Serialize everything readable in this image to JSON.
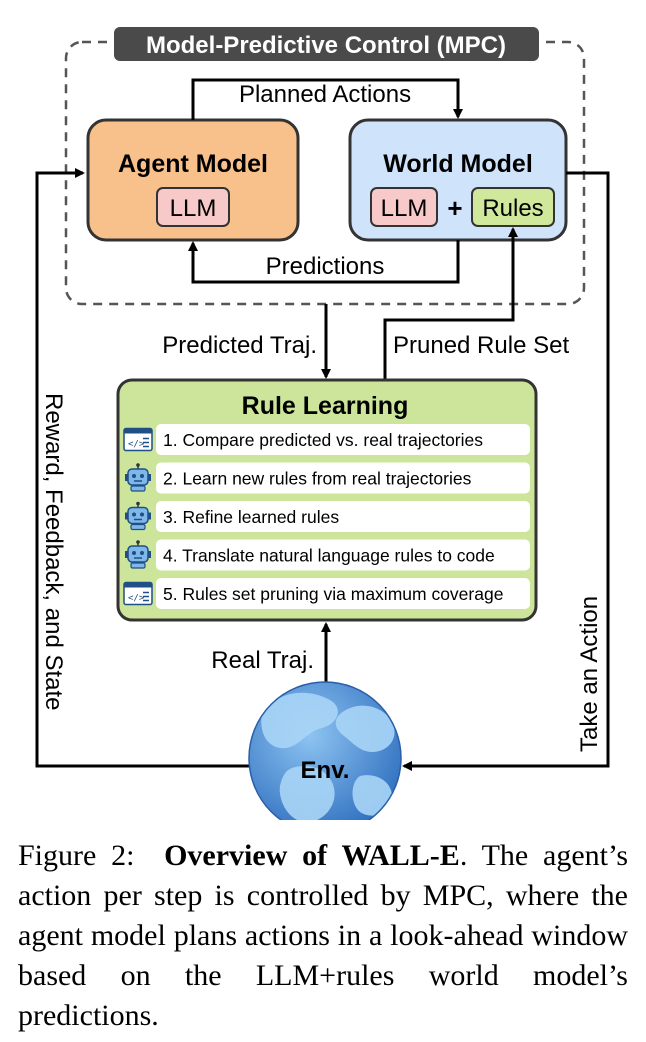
{
  "mpc": {
    "title": "Model-Predictive Control (MPC)"
  },
  "agent_model": {
    "title": "Agent Model",
    "llm": "LLM"
  },
  "world_model": {
    "title": "World Model",
    "llm": "LLM",
    "plus": "+",
    "rules": "Rules"
  },
  "arrows": {
    "planned_actions": "Planned Actions",
    "predictions": "Predictions",
    "predicted_traj": "Predicted Traj.",
    "pruned_rule_set": "Pruned Rule Set",
    "real_traj": "Real Traj.",
    "reward_feedback_state": "Reward, Feedback, and State",
    "take_an_action": "Take an Action"
  },
  "rule_learning": {
    "title": "Rule Learning",
    "steps": [
      {
        "text": "1. Compare predicted vs. real trajectories",
        "icon": "code-window-icon"
      },
      {
        "text": "2. Learn new rules from real trajectories",
        "icon": "robot-icon"
      },
      {
        "text": "3. Refine learned rules",
        "icon": "robot-icon"
      },
      {
        "text": "4. Translate natural language rules to code",
        "icon": "robot-icon"
      },
      {
        "text": "5. Rules set pruning via maximum coverage",
        "icon": "code-window-icon"
      }
    ]
  },
  "env": {
    "label": "Env."
  },
  "caption": {
    "prefix": "Figure 2:",
    "title": "Overview of WALL-E",
    "body": ". The agent’s action per step is controlled by MPC, where the agent model plans actions in a look-ahead window based on the LLM+rules world model’s predictions."
  },
  "colors": {
    "agent_fill": "#f8c08b",
    "world_fill": "#cfe3fb",
    "llm_fill": "#f7c9c9",
    "rules_fill": "#cfe89b",
    "rule_learning_fill": "#cce59a",
    "title_bar": "#4a4a4a",
    "ocean": "#4d8fd6",
    "land": "#6fb3ea"
  }
}
